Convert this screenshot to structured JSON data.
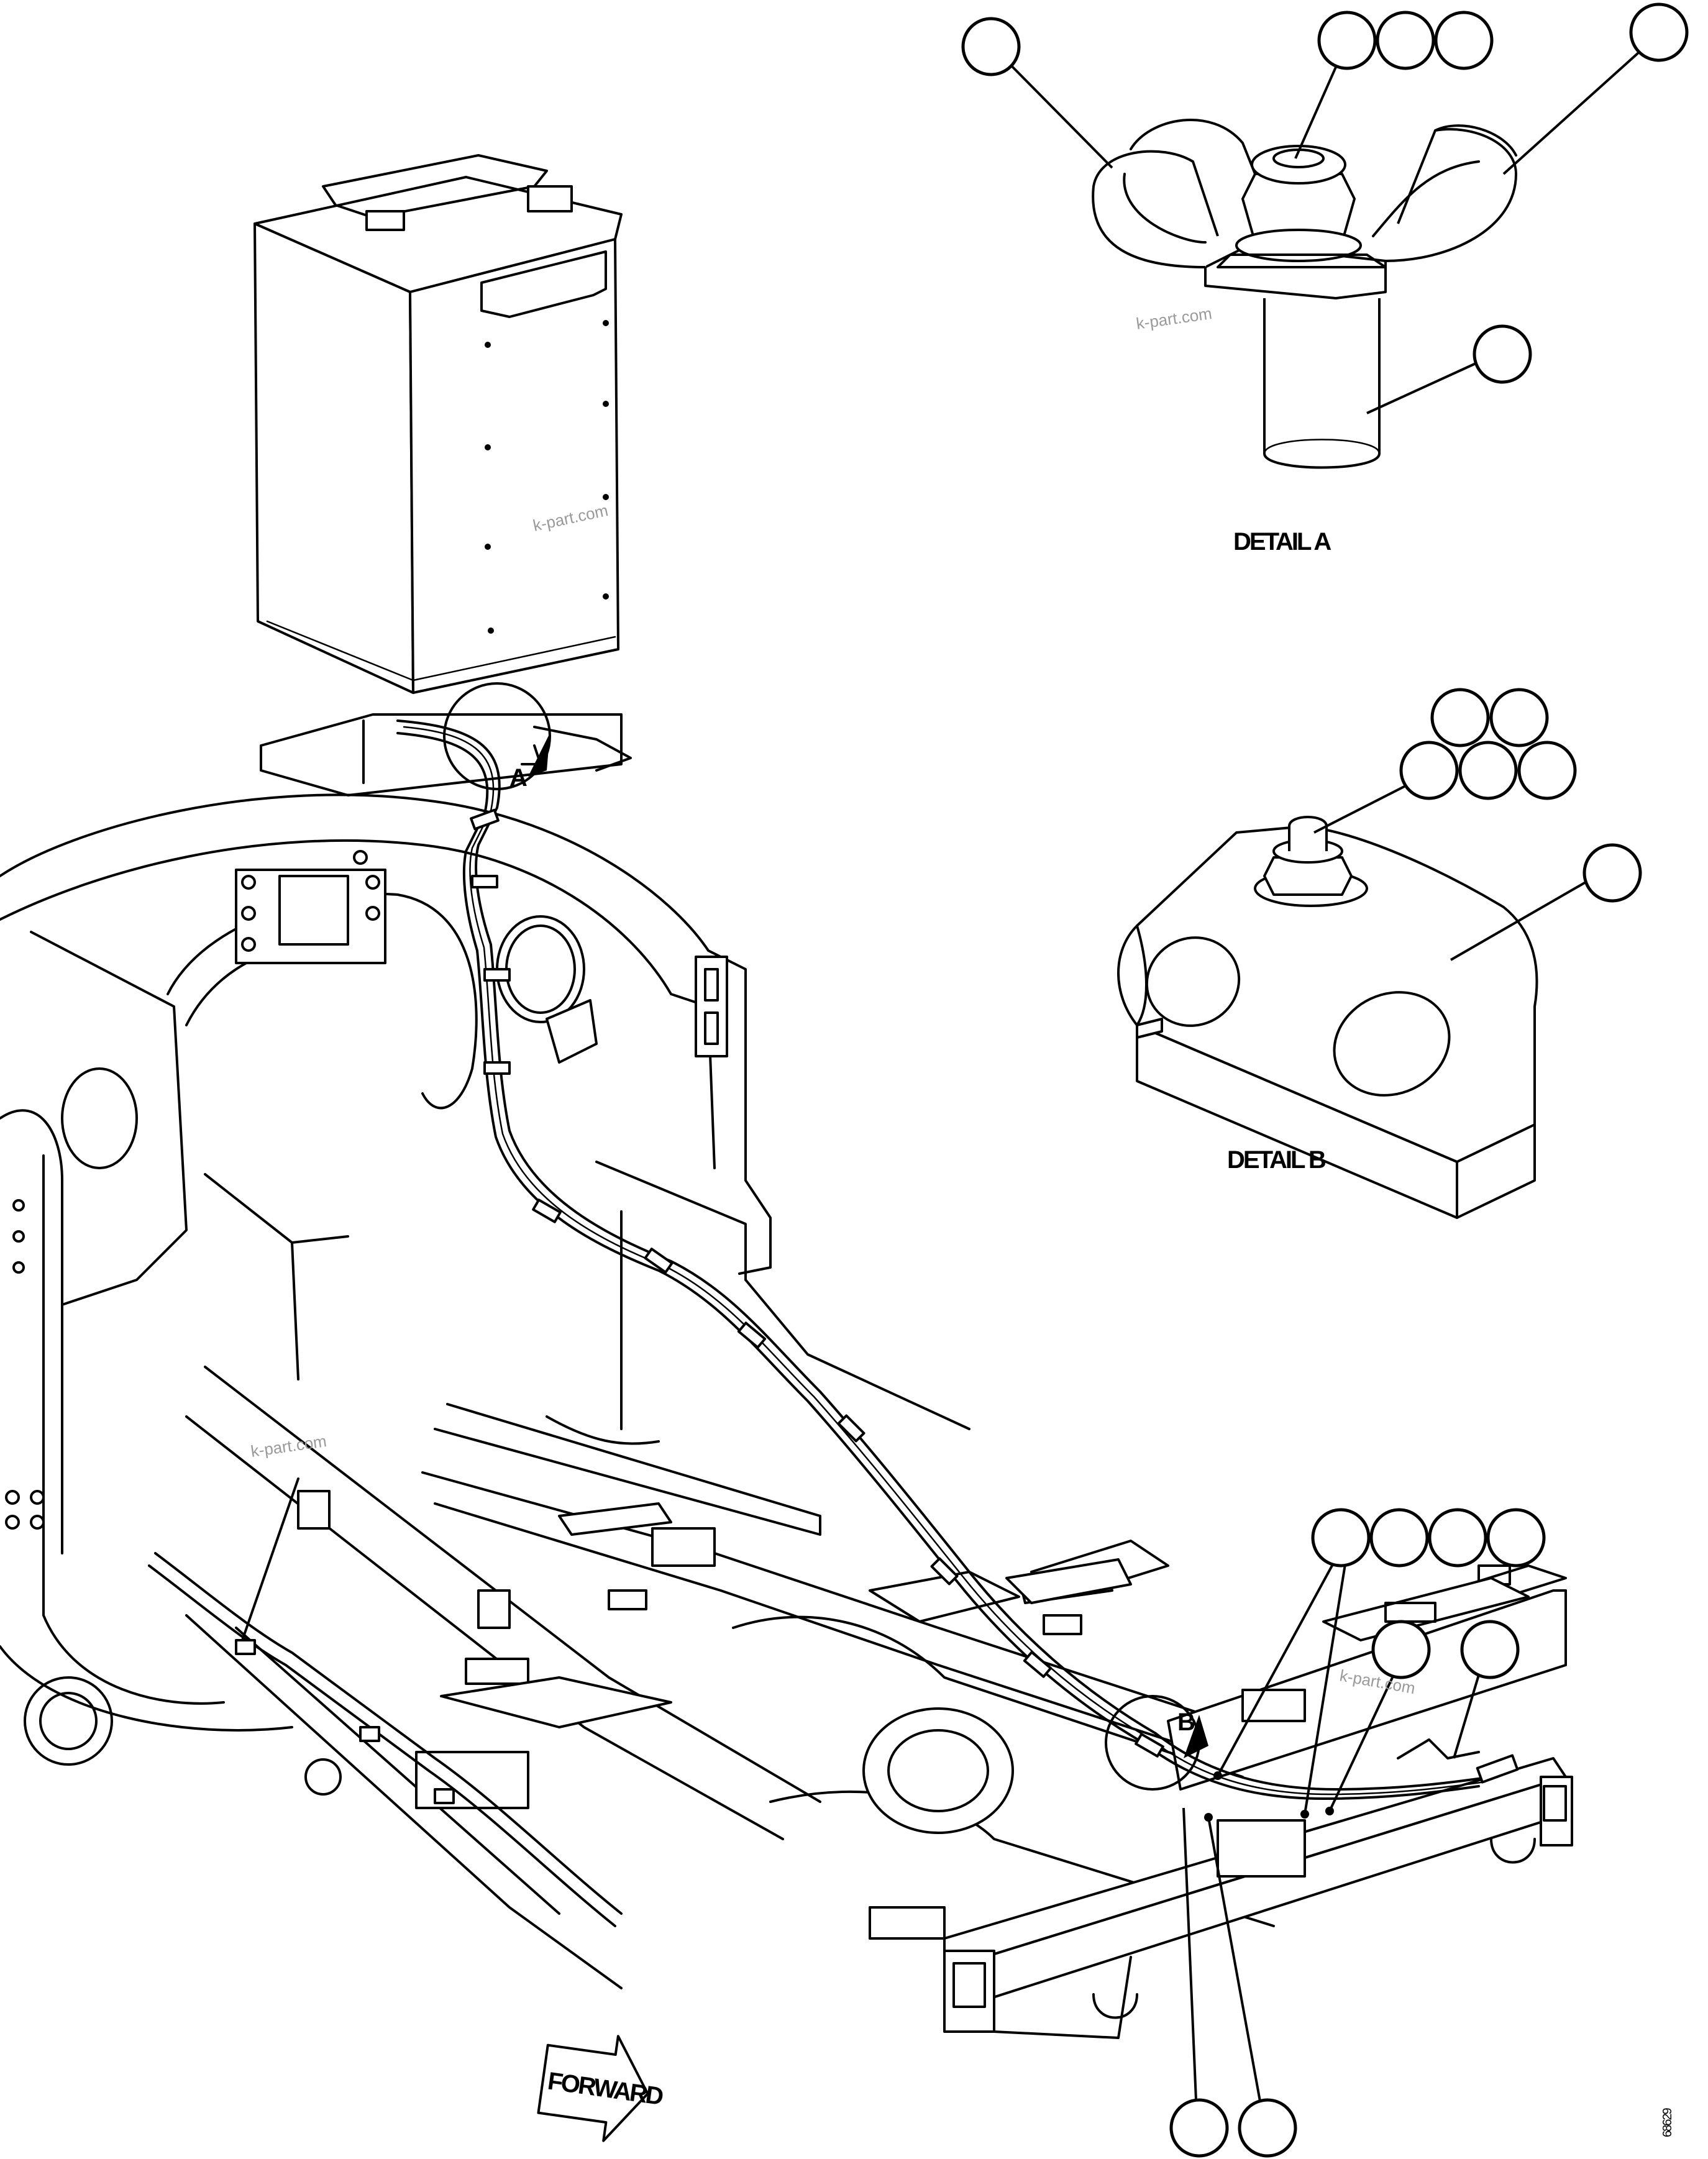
{
  "detail_a": {
    "caption": "DETAIL A"
  },
  "detail_b": {
    "caption": "DETAIL B"
  },
  "view_a": {
    "label": "A"
  },
  "view_b": {
    "label": "B"
  },
  "forward_arrow": {
    "label": "FORWARD"
  },
  "watermarks": [
    "k-part.com",
    "k-part.com",
    "k-part.com",
    "k-part.com"
  ],
  "drawing_number": "68629"
}
